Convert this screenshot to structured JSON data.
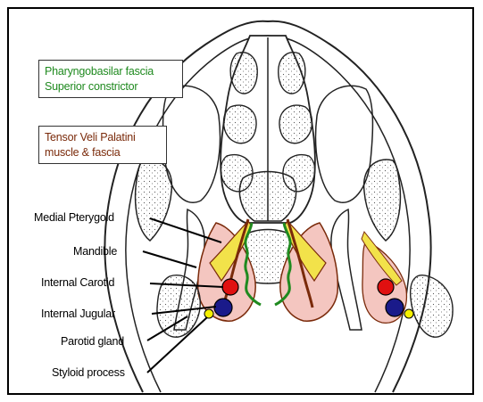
{
  "legend": {
    "green_line1": "Pharyngobasilar fascia",
    "green_line2": "Superior constrictor",
    "brown_line1": "Tensor Veli Palatini",
    "brown_line2": "muscle & fascia"
  },
  "labels": {
    "medial_pterygoid": "Medial Pterygoid",
    "mandible": "Mandible",
    "internal_carotid": "Internal Carotid",
    "internal_jugular": "Internal Jugular",
    "parotid_gland": "Parotid gland",
    "styloid_process": "Styloid process"
  },
  "colors": {
    "pharyngobasilar": "#1f8a1f",
    "tensor_veli": "#7a2a0a",
    "medial_pterygoid": "#f2e24a",
    "parapharyngeal_space": "#f4c6c0",
    "carotid": "#e01010",
    "jugular": "#1a1a8a",
    "styloid": "#f5f000"
  }
}
